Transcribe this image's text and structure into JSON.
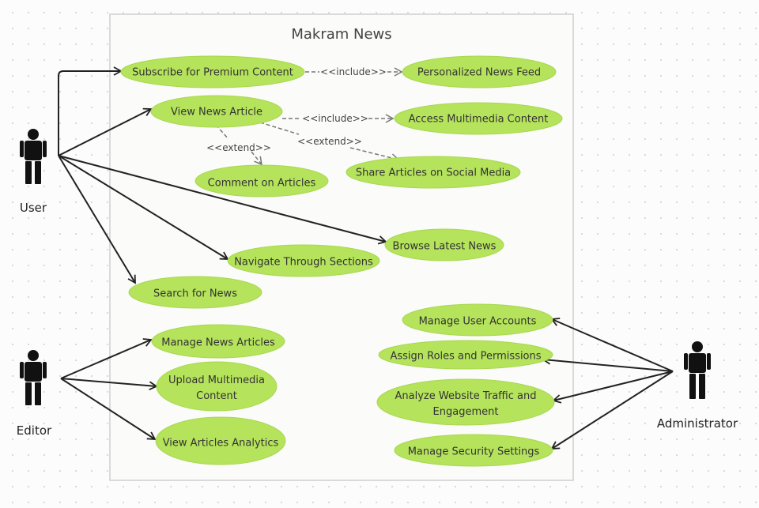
{
  "system": {
    "title": "Makram News"
  },
  "colors": {
    "usecase_fill": "#b5e35c",
    "usecase_stroke": "#a5d64c",
    "line": "#222222",
    "dashed": "#777777"
  },
  "actors": [
    {
      "id": "user",
      "label": "User"
    },
    {
      "id": "editor",
      "label": "Editor"
    },
    {
      "id": "admin",
      "label": "Administrator"
    }
  ],
  "usecases": {
    "subscribe": "Subscribe for Premium Content",
    "personalized": "Personalized News Feed",
    "view_article": "View News Article",
    "multimedia": "Access Multimedia Content",
    "share": "Share Articles on Social Media",
    "comment": "Comment on Articles",
    "browse": "Browse Latest News",
    "navigate": "Navigate Through Sections",
    "search": "Search for News",
    "manage_articles": "Manage News Articles",
    "upload_1": "Upload Multimedia",
    "upload_2": "Content",
    "analytics": "View Articles Analytics",
    "manage_users": "Manage User Accounts",
    "roles": "Assign Roles and Permissions",
    "traffic_1": "Analyze Website Traffic and",
    "traffic_2": "Engagement",
    "security": "Manage Security Settings"
  },
  "relations": {
    "include_1": "<<include>>",
    "include_2": "<<include>>",
    "extend_1": "<<extend>>",
    "extend_2": "<<extend>>"
  }
}
